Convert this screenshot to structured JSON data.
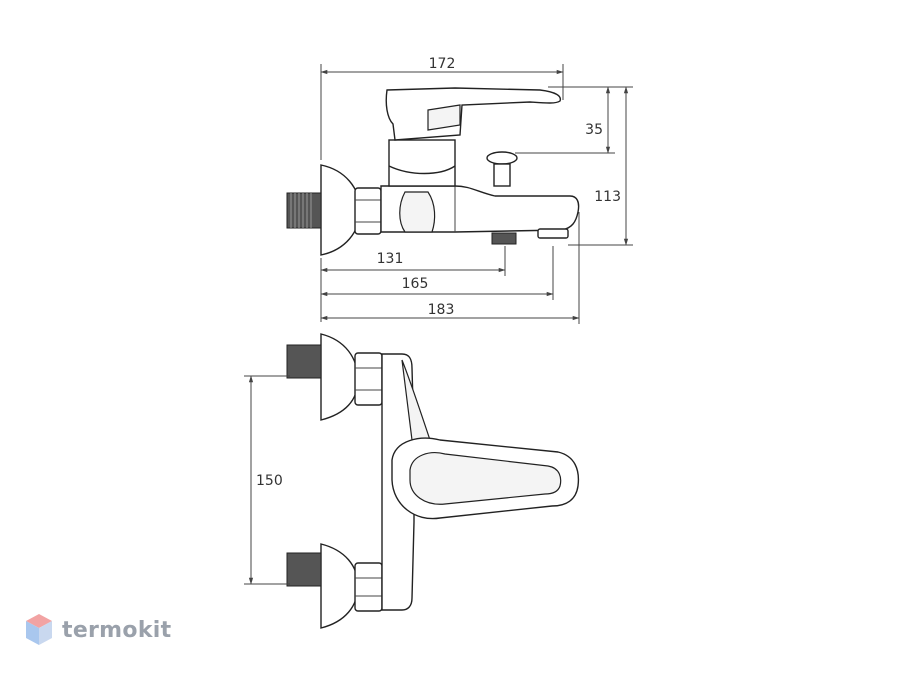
{
  "dimensions": {
    "width_172": "172",
    "height_35": "35",
    "height_113": "113",
    "len_131": "131",
    "len_165": "165",
    "len_183": "183",
    "spacing_150": "150"
  },
  "brand": {
    "name": "termokit",
    "logo_icon": "cube-icon",
    "logo_colors": [
      "#f2a3a3",
      "#a9c7ee",
      "#c9d8ef"
    ]
  }
}
